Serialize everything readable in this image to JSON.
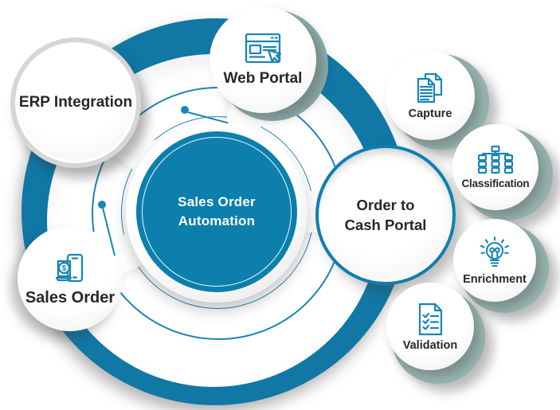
{
  "diagram_title": "Sales Order Automation",
  "center": {
    "line1": "Sales Order",
    "line2": "Automation"
  },
  "nodes": {
    "erp": {
      "label": "ERP Integration"
    },
    "web_portal": {
      "label": "Web Portal",
      "icon": "browser-cursor-icon"
    },
    "sales_order": {
      "label": "Sales Order",
      "icon": "phone-dollar-icon",
      "currency_glyph": "$"
    },
    "order_to_cash": {
      "line1": "Order to",
      "line2": "Cash Portal"
    }
  },
  "steps": [
    {
      "label": "Capture",
      "icon": "documents-icon"
    },
    {
      "label": "Classification",
      "icon": "hierarchy-icon"
    },
    {
      "label": "Enrichment",
      "icon": "lightbulb-icon"
    },
    {
      "label": "Validation",
      "icon": "checklist-document-icon"
    }
  ],
  "colors": {
    "center_fill": "#0c7fad",
    "outer_ring": "#1177a5",
    "icon_stroke": "#1b85b4",
    "orbit_line": "#1b85b4",
    "sage_accent": "#96b3af",
    "label_text": "#26262c",
    "node_border_gray": "#d6d6d6",
    "otc_border": "#0f7fae",
    "center_text": "#ffffff"
  }
}
